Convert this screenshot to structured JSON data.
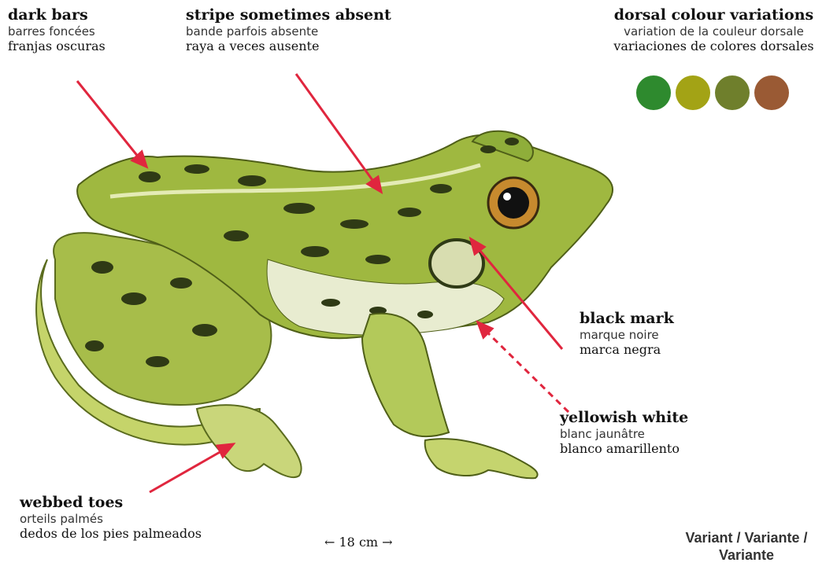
{
  "labels": {
    "dark_bars": {
      "en": "dark bars",
      "fr": "barres foncées",
      "es": "franjas oscuras"
    },
    "stripe": {
      "en": "stripe sometimes absent",
      "fr": "bande parfois absente",
      "es": "raya a veces ausente"
    },
    "dorsal": {
      "en": "dorsal colour variations",
      "fr": "variation de la couleur dorsale",
      "es": "variaciones de colores dorsales"
    },
    "black_mark": {
      "en": "black mark",
      "fr": "marque noire",
      "es": "marca negra"
    },
    "yellowish": {
      "en": "yellowish white",
      "fr": "blanc jaunâtre",
      "es": "blanco amarillento"
    },
    "webbed": {
      "en": "webbed toes",
      "fr": "orteils palmés",
      "es": "dedos de los pies palmeados"
    }
  },
  "scale": "← 18 cm →",
  "variant": "Variant / Variante / Variante",
  "swatch_colors": [
    "#2e8a2e",
    "#a3a315",
    "#6f7f2c",
    "#9a5a34"
  ],
  "colors": {
    "arrow": "#e0263e"
  }
}
